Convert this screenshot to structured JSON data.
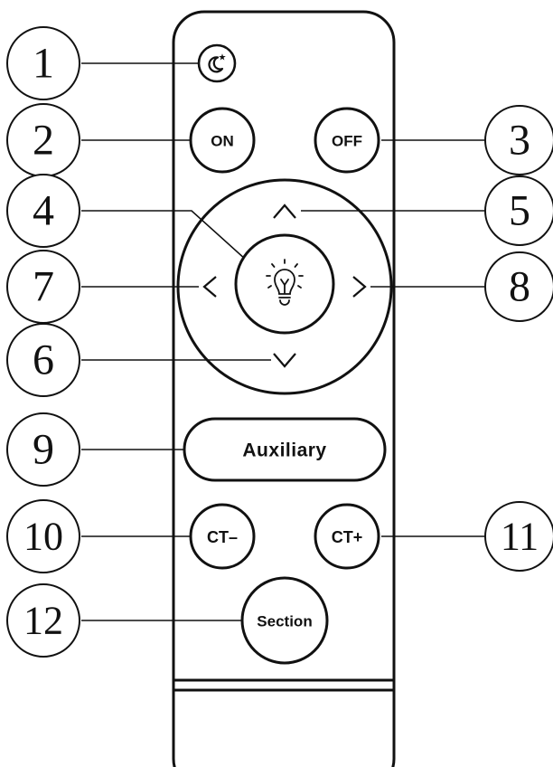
{
  "callouts": {
    "c1": "1",
    "c2": "2",
    "c3": "3",
    "c4": "4",
    "c5": "5",
    "c6": "6",
    "c7": "7",
    "c8": "8",
    "c9": "9",
    "c10": "10",
    "c11": "11",
    "c12": "12"
  },
  "buttons": {
    "on": "ON",
    "off": "OFF",
    "auxiliary": "Auxiliary",
    "ct_minus": "CT–",
    "ct_plus": "CT+",
    "section": "Section"
  },
  "icons": {
    "sleep": "moon-star-icon",
    "light": "light-bulb-icon",
    "up": "chevron-up-icon",
    "down": "chevron-down-icon",
    "left": "chevron-left-icon",
    "right": "chevron-right-icon"
  },
  "colors": {
    "stroke": "#111111",
    "background": "#ffffff"
  }
}
